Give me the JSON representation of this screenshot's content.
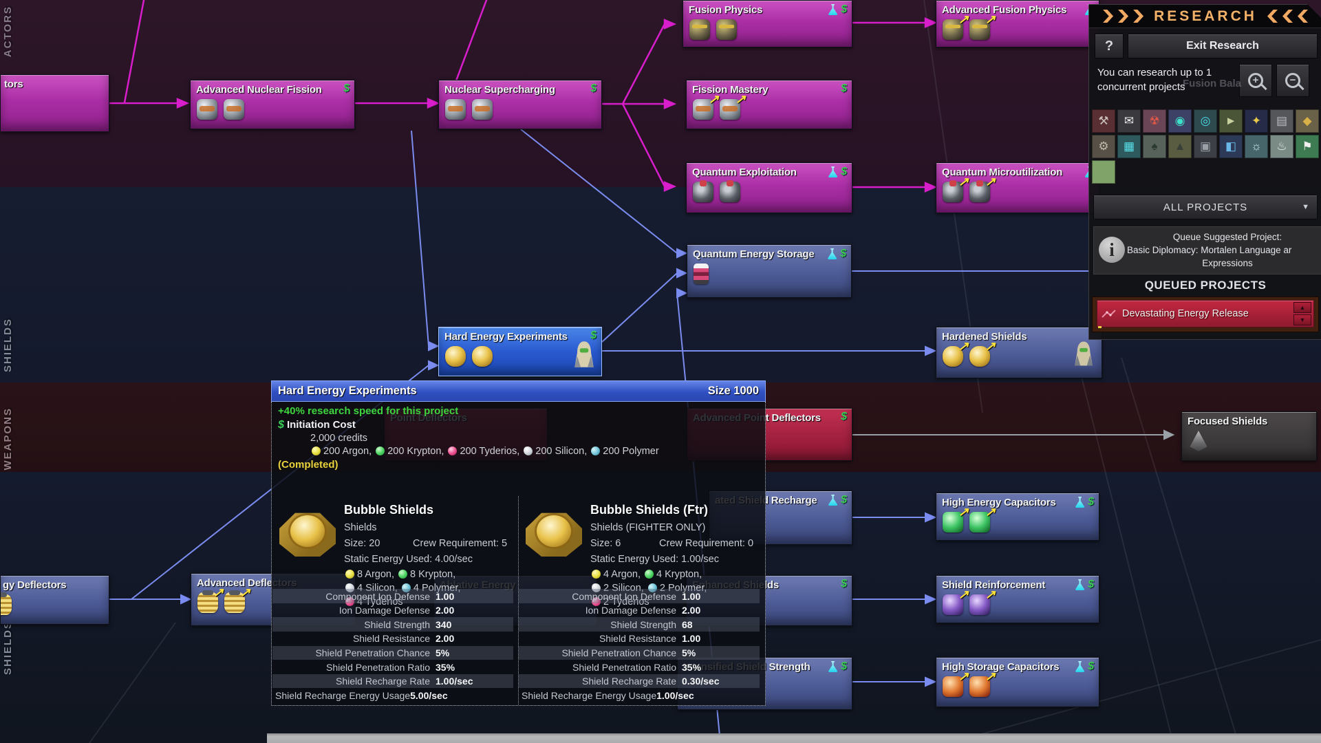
{
  "bands": {
    "reactors_label": "ACTORS",
    "shields_label": "SHIELDS",
    "weapons_label": "WEAPONS",
    "shields2_label": "SHIELDS"
  },
  "nodes": {
    "reactors_frag": {
      "title": "tors"
    },
    "adv_nuclear_fission": {
      "title": "Advanced Nuclear Fission"
    },
    "nuclear_supercharging": {
      "title": "Nuclear Supercharging"
    },
    "fusion_physics": {
      "title": "Fusion Physics"
    },
    "adv_fusion_physics": {
      "title": "Advanced Fusion Physics"
    },
    "fission_mastery": {
      "title": "Fission Mastery"
    },
    "quantum_exploitation": {
      "title": "Quantum Exploitation"
    },
    "quantum_microutilization": {
      "title": "Quantum Microutilization"
    },
    "quantum_energy_storage": {
      "title": "Quantum Energy Storage"
    },
    "hard_energy_experiments": {
      "title": "Hard Energy Experiments"
    },
    "hardened_shields": {
      "title": "Hardened Shields"
    },
    "point_deflectors": {
      "title": "Point Deflectors"
    },
    "adv_point_deflectors": {
      "title": "Advanced Point Deflectors"
    },
    "focused_shields": {
      "title": "Focused Shields"
    },
    "high_energy_capacitors": {
      "title": "High Energy Capacitors"
    },
    "shield_reinforcement": {
      "title": "Shield Reinforcement"
    },
    "high_storage_capacitors": {
      "title": "High Storage Capacitors"
    },
    "energy_deflectors_frag": {
      "title": "gy Deflectors"
    },
    "adv_deflectors": {
      "title": "Advanced Deflectors"
    },
    "ablative_energy": {
      "title": "Ablative Energy"
    },
    "shield_recharge_frag": {
      "title": "ated Shield Recharge"
    },
    "enhanced_shields": {
      "title": "Enhanced Shields"
    },
    "shield_strength_frag": {
      "title": "Intensified Shield Strength"
    }
  },
  "tooltip": {
    "title": "Hard Energy Experiments",
    "size": "Size 1000",
    "bonus": "+40% research speed for this project",
    "cost_icon": "$",
    "cost_label": "Initiation Cost",
    "credits": "2,000 credits",
    "cost_resources": [
      "200 Argon,",
      "200 Krypton,",
      "200 Tyderios,",
      "200 Silicon,",
      "200 Polymer"
    ],
    "completed": "(Completed)",
    "items": [
      {
        "title": "Bubble Shields",
        "type": "Shields",
        "size": "Size: 20",
        "crew": "Crew Requirement: 5",
        "energy": "Static Energy Used: 4.00/sec",
        "resources": [
          "8 Argon,",
          "8 Krypton,",
          "4 Silicon,",
          "4 Polymer,",
          "4 Tyderios"
        ],
        "stats": [
          [
            "Component Ion Defense",
            "1.00"
          ],
          [
            "Ion Damage Defense",
            "2.00"
          ],
          [
            "Shield Strength",
            "340"
          ],
          [
            "Shield Resistance",
            "2.00"
          ],
          [
            "Shield Penetration Chance",
            "5%"
          ],
          [
            "Shield Penetration Ratio",
            "35%"
          ],
          [
            "Shield Recharge Rate",
            "1.00/sec"
          ],
          [
            "Shield Recharge Energy Usage",
            "5.00/sec"
          ]
        ]
      },
      {
        "title": "Bubble Shields (Ftr)",
        "type": "Shields  (FIGHTER ONLY)",
        "size": "Size: 6",
        "crew": "Crew Requirement: 0",
        "energy": "Static Energy Used: 1.00/sec",
        "resources": [
          "4 Argon,",
          "4 Krypton,",
          "2 Silicon,",
          "2 Polymer,",
          "2 Tyderios"
        ],
        "stats": [
          [
            "Component Ion Defense",
            "1.00"
          ],
          [
            "Ion Damage Defense",
            "2.00"
          ],
          [
            "Shield Strength",
            "68"
          ],
          [
            "Shield Resistance",
            "1.00"
          ],
          [
            "Shield Penetration Chance",
            "5%"
          ],
          [
            "Shield Penetration Ratio",
            "35%"
          ],
          [
            "Shield Recharge Rate",
            "0.30/sec"
          ],
          [
            "Shield Recharge Energy Usage",
            "1.00/sec"
          ]
        ]
      }
    ]
  },
  "panel": {
    "title": "RESEARCH",
    "help": "?",
    "exit": "Exit Research",
    "concurrent_line1": "You can research up to 1",
    "concurrent_line2": "concurrent projects",
    "ghost": "Fusion Bala",
    "zoom_in": "+",
    "zoom_out": "−",
    "all_projects": "ALL PROJECTS",
    "info_glyph": "i",
    "suggest_line1": "Queue Suggested Project:",
    "suggest_line2": "Basic Diplomacy: Mortalen Language ar",
    "suggest_line3": "Expressions",
    "queued_header": "QUEUED PROJECTS",
    "queued_item": "Devastating Energy Release",
    "spin_up": "▲",
    "spin_down": "▼",
    "caret": "▼",
    "categories": [
      {
        "name": "weapons",
        "color": "#5a2f33",
        "glyph": "⚒",
        "fg": "#c8c0b8"
      },
      {
        "name": "mail",
        "color": "#3a3a3e",
        "glyph": "✉",
        "fg": "#e8e8e8"
      },
      {
        "name": "reactor",
        "color": "#6a4556",
        "glyph": "☢",
        "fg": "#e05848"
      },
      {
        "name": "helmet",
        "color": "#3d4166",
        "glyph": "◉",
        "fg": "#3ee0c8"
      },
      {
        "name": "orbital-ring",
        "color": "#2e4a4e",
        "glyph": "◎",
        "fg": "#48d8e8"
      },
      {
        "name": "missile",
        "color": "#4a5538",
        "glyph": "►",
        "fg": "#c8d0a0"
      },
      {
        "name": "device",
        "color": "#262c48",
        "glyph": "✦",
        "fg": "#e8c848"
      },
      {
        "name": "panel",
        "color": "#55565a",
        "glyph": "▤",
        "fg": "#b8bcc2"
      },
      {
        "name": "figures",
        "color": "#6a6248",
        "glyph": "◆",
        "fg": "#d8b048"
      },
      {
        "name": "turret",
        "color": "#565047",
        "glyph": "⚙",
        "fg": "#c0b8a8"
      },
      {
        "name": "consoles",
        "color": "#2e5a5e",
        "glyph": "▦",
        "fg": "#58e0e8"
      },
      {
        "name": "tree",
        "color": "#56625a",
        "glyph": "♠",
        "fg": "#2a3a30"
      },
      {
        "name": "machine",
        "color": "#5a5c42",
        "glyph": "▲",
        "fg": "#3a4038"
      },
      {
        "name": "cube",
        "color": "#3c3f45",
        "glyph": "▣",
        "fg": "#9aa0a8"
      },
      {
        "name": "bridge",
        "color": "#2c3a58",
        "glyph": "◧",
        "fg": "#6ab8e8"
      },
      {
        "name": "dish",
        "color": "#46656a",
        "glyph": "☼",
        "fg": "#c8e8f0"
      },
      {
        "name": "laboratory",
        "color": "#7a8a84",
        "glyph": "♨",
        "fg": "#e8f0ee"
      },
      {
        "name": "flags",
        "color": "#3e7a52",
        "glyph": "⚑",
        "fg": "#f0f0f0"
      },
      {
        "name": "empty-green",
        "color": "#7fa368",
        "glyph": "",
        "fg": "#7fa368"
      }
    ]
  }
}
